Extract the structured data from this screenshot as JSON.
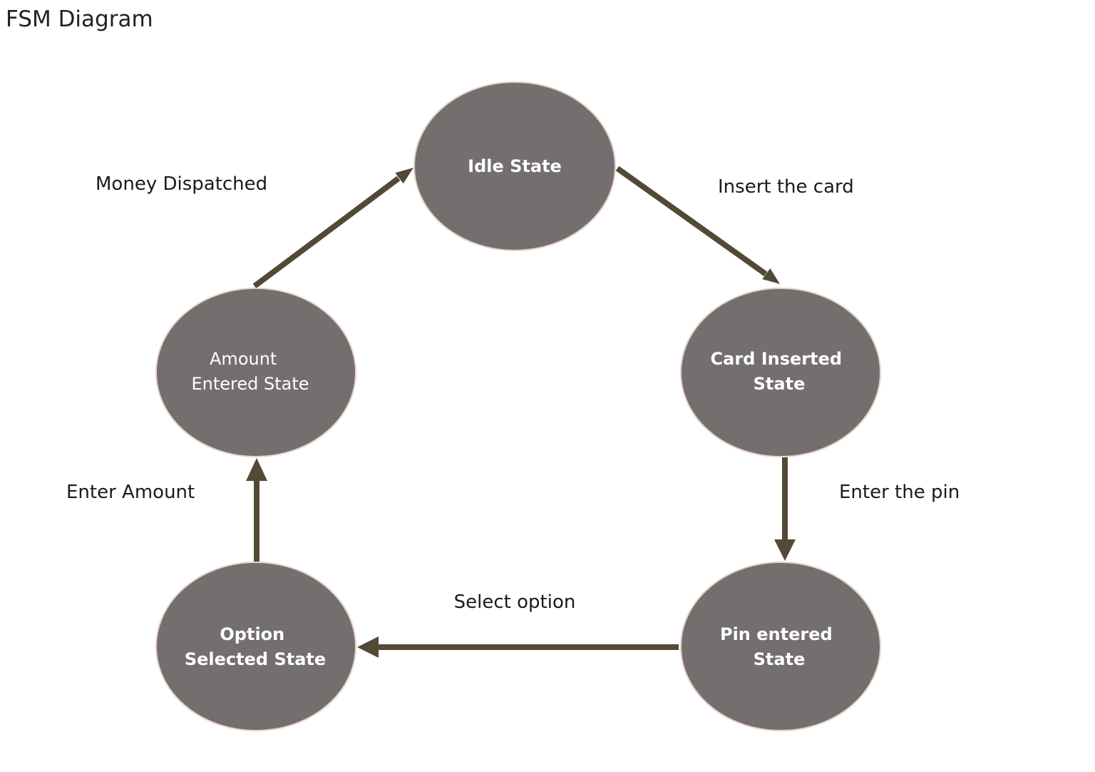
{
  "page": {
    "title": "FSM Diagram"
  },
  "colors": {
    "state_fill": "#736f6e",
    "state_stroke": "#e6d3c7",
    "arrow": "#524a36",
    "label_text": "#1a1a1a"
  },
  "diagram": {
    "states": [
      {
        "id": "idle",
        "lines": [
          "Idle State"
        ]
      },
      {
        "id": "card_inserted",
        "lines": [
          "Card Inserted",
          "State"
        ]
      },
      {
        "id": "pin_entered",
        "lines": [
          "Pin entered",
          "State"
        ]
      },
      {
        "id": "option_selected",
        "lines": [
          "Option",
          "Selected State"
        ]
      },
      {
        "id": "amount_entered",
        "lines": [
          "Amount",
          "Entered State"
        ]
      }
    ],
    "transitions": [
      {
        "from": "idle",
        "to": "card_inserted",
        "label": "Insert the card"
      },
      {
        "from": "card_inserted",
        "to": "pin_entered",
        "label": "Enter the pin"
      },
      {
        "from": "pin_entered",
        "to": "option_selected",
        "label": "Select option"
      },
      {
        "from": "option_selected",
        "to": "amount_entered",
        "label": "Enter Amount"
      },
      {
        "from": "amount_entered",
        "to": "idle",
        "label": "Money Dispatched"
      }
    ]
  }
}
